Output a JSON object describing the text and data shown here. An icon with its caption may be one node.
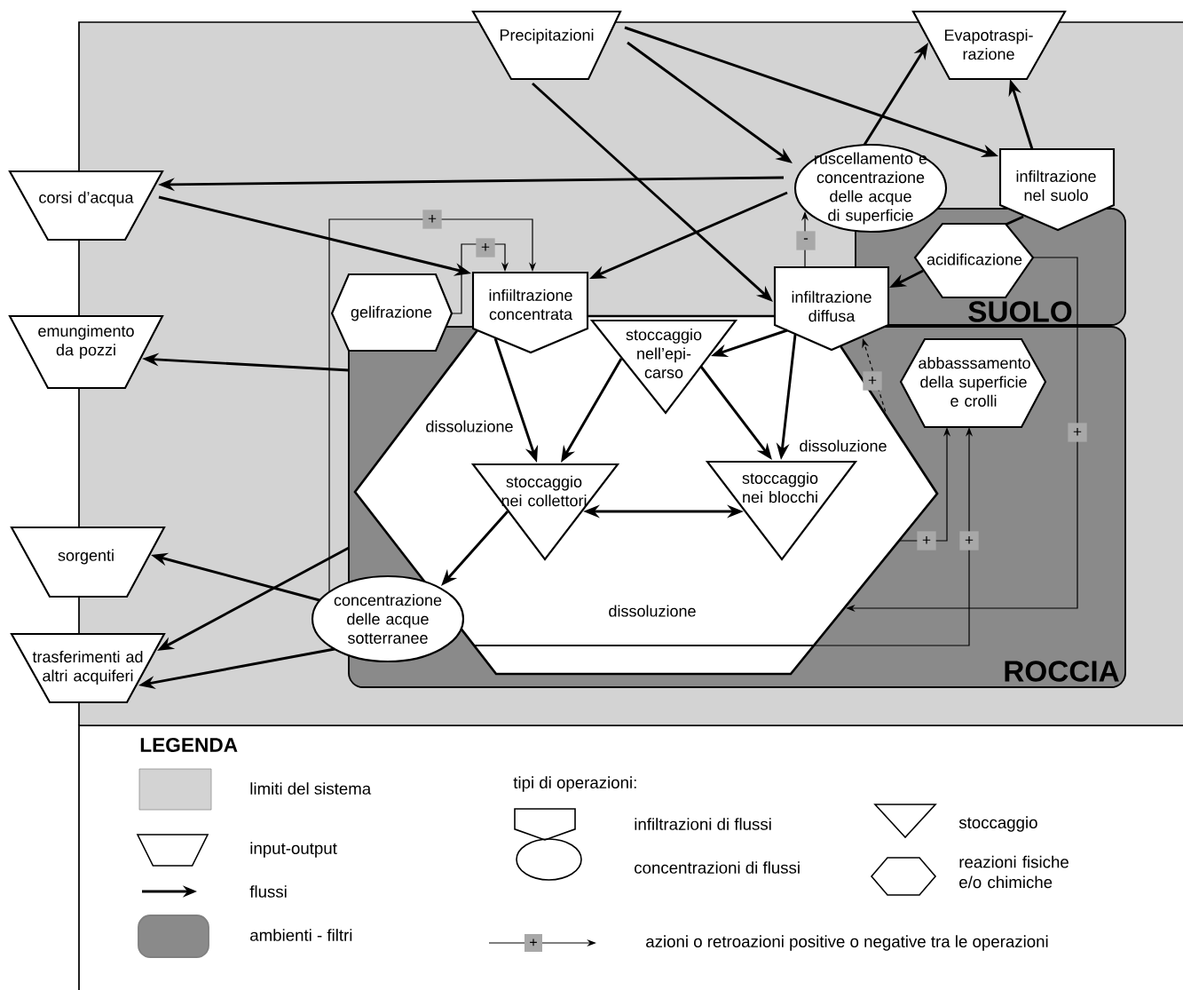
{
  "diagram": {
    "nodes": [
      {
        "text": [
          "Precipitazioni"
        ]
      },
      {
        "text": [
          "Evapotraspi- razione"
        ]
      },
      {
        "text": [
          "corsi d’acqua"
        ]
      },
      {
        "text": [
          "ruscellamento e concentrazione delle acque di superficie"
        ]
      },
      {
        "text": [
          "infiltrazione nel suolo"
        ]
      },
      {
        "text": [
          "SUOLO"
        ]
      },
      {
        "text": [
          "acidificazione"
        ],
        "in": 5
      },
      {
        "text": [
          "infiiltrazione concentrata"
        ]
      },
      {
        "text": [
          "infiltrazione diffusa"
        ]
      },
      {
        "text": [
          "gelifrazione"
        ]
      },
      {
        "text": [
          "emungimento da pozzi"
        ]
      },
      {
        "text": [
          "ROCCIA"
        ]
      },
      {
        "text": [
          "dissoluzione",
          "dissoluzione",
          "dissoluzione"
        ],
        "in": 11
      },
      {
        "text": [
          "stoccaggio nell’epi- carso"
        ],
        "in": 12
      },
      {
        "text": [
          "abbasssamento della superficie e crolli"
        ],
        "in": 11
      },
      {
        "text": [
          "stoccaggio nei collettori"
        ],
        "in": 12
      },
      {
        "text": [
          "stoccaggio nei blocchi"
        ],
        "in": 12
      },
      {
        "text": [
          "sorgenti"
        ]
      },
      {
        "text": [
          "concentrazione delle acque sotterranee"
        ]
      },
      {
        "text": [
          "trasferimenti ad altri acquiferi"
        ]
      }
    ],
    "edges": [
      {
        "from": 3,
        "to": 2,
        "arrow": "to"
      },
      {
        "from": 2,
        "to": 7,
        "arrow": "to"
      },
      {
        "from": 0,
        "to": 3,
        "arrow": "to"
      },
      {
        "from": 0,
        "to": 4,
        "arrow": "to"
      },
      {
        "from": 0,
        "to": 8,
        "arrow": "to"
      },
      {
        "from": 3,
        "to": 1,
        "arrow": "to"
      },
      {
        "from": 4,
        "to": 1,
        "arrow": "to"
      },
      {
        "from": 3,
        "to": 7,
        "arrow": "to"
      },
      {
        "from": 4,
        "to": 6,
        "arrow": "none"
      },
      {
        "from": 6,
        "to": 8,
        "arrow": "to"
      },
      {
        "from": 11,
        "to": 10,
        "arrow": "to"
      },
      {
        "from": 7,
        "to": 15,
        "arrow": "to"
      },
      {
        "from": 8,
        "to": 13,
        "arrow": "to"
      },
      {
        "from": 8,
        "to": 16,
        "arrow": "to"
      },
      {
        "from": 13,
        "to": 16,
        "arrow": "to"
      },
      {
        "from": 13,
        "to": 15,
        "arrow": "to"
      },
      {
        "from": 15,
        "to": 16,
        "arrow": "both"
      },
      {
        "from": 15,
        "to": 18,
        "arrow": "to"
      },
      {
        "from": 18,
        "to": 17,
        "arrow": "to"
      },
      {
        "from": 11,
        "to": 19,
        "arrow": "to"
      },
      {
        "from": 18,
        "to": 19,
        "arrow": "to"
      },
      {
        "from": 18,
        "to": 7,
        "arrow": "to",
        "label": "+"
      },
      {
        "from": 9,
        "to": 7,
        "arrow": "to",
        "label": "+"
      },
      {
        "from": 8,
        "to": 3,
        "arrow": "to",
        "label": "-"
      },
      {
        "from": 12,
        "to": 8,
        "arrow": "to",
        "label": "+",
        "style": "dashed"
      },
      {
        "from": 12,
        "to": 14,
        "arrow": "to",
        "label": "+"
      },
      {
        "from": 12,
        "to": 14,
        "arrow": "to",
        "label": "+"
      },
      {
        "from": 6,
        "to": 12,
        "arrow": "to",
        "label": "+"
      }
    ],
    "labels": [
      "LEGENDA",
      "tipi di operazioni:",
      "+"
    ],
    "legend": [
      {
        "text": "limiti del sistema",
        "color": "#d3d3d3"
      },
      {
        "text": "input-output"
      },
      {
        "text": "flussi"
      },
      {
        "text": "ambienti - filtri",
        "color": "#8a8a8a"
      },
      {
        "text": "infiltrazioni di flussi"
      },
      {
        "text": "concentrazioni di flussi"
      },
      {
        "text": "stoccaggio"
      },
      {
        "text": "reazioni fisiche e/o chimiche"
      },
      {
        "text": "azioni o retroazioni positive o negative tra le operazioni"
      }
    ]
  }
}
